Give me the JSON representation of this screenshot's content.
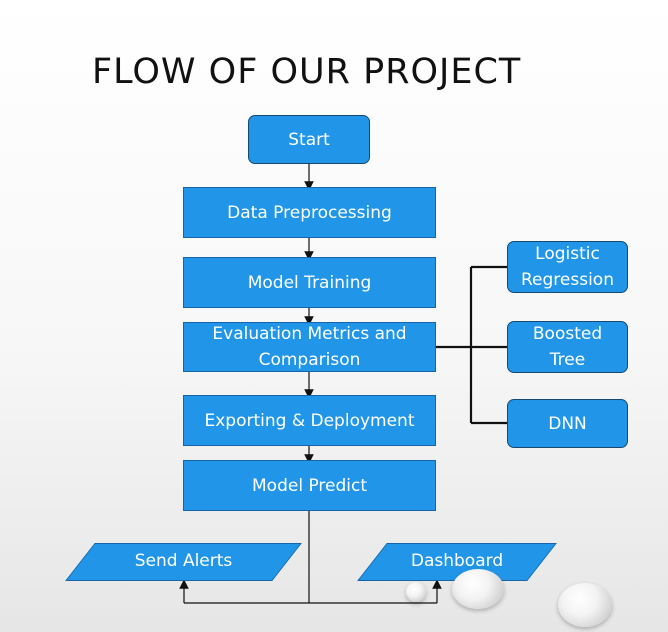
{
  "title": "FLOW OF OUR PROJECT",
  "nodes": {
    "start": "Start",
    "data_preprocessing": "Data Preprocessing",
    "model_training": "Model Training",
    "evaluation_line1": "Evaluation Metrics and",
    "evaluation_line2": "Comparison",
    "exporting": "Exporting & Deployment",
    "model_predict": "Model Predict",
    "send_alerts": "Send Alerts",
    "dashboard": "Dashboard"
  },
  "models": {
    "logistic_line1": "Logistic",
    "logistic_line2": "Regression",
    "boosted_line1": "Boosted",
    "boosted_line2": "Tree",
    "dnn": "DNN"
  },
  "colors": {
    "box_fill": "#2196e8",
    "box_border": "#1565a8",
    "text": "#ffffff",
    "connector": "#111111"
  }
}
